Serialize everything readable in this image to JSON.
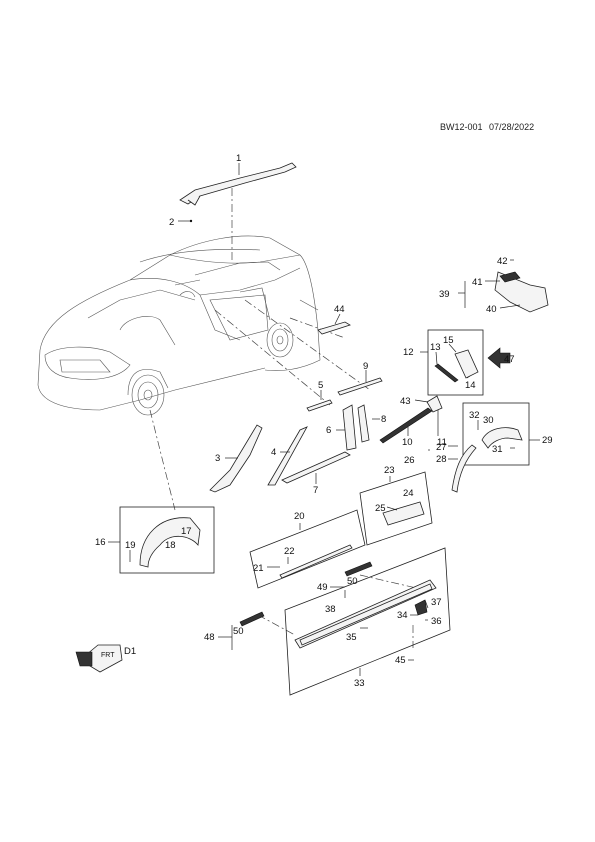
{
  "header": {
    "code": "BW12-001",
    "date": "07/28/2022"
  },
  "callouts": [
    "1",
    "2",
    "3",
    "4",
    "5",
    "6",
    "7",
    "8",
    "9",
    "10",
    "11",
    "12",
    "13",
    "14",
    "15",
    "16",
    "17",
    "18",
    "19",
    "20",
    "21",
    "22",
    "23",
    "24",
    "25",
    "26",
    "27",
    "28",
    "29",
    "30",
    "31",
    "32",
    "33",
    "34",
    "35",
    "36",
    "37",
    "38",
    "39",
    "40",
    "41",
    "42",
    "43",
    "44",
    "45",
    "47",
    "48",
    "49",
    "50",
    "50"
  ],
  "view_marker": {
    "label": "D1",
    "front_tag": "FRT"
  },
  "arrow_marker": {
    "label": "47"
  }
}
